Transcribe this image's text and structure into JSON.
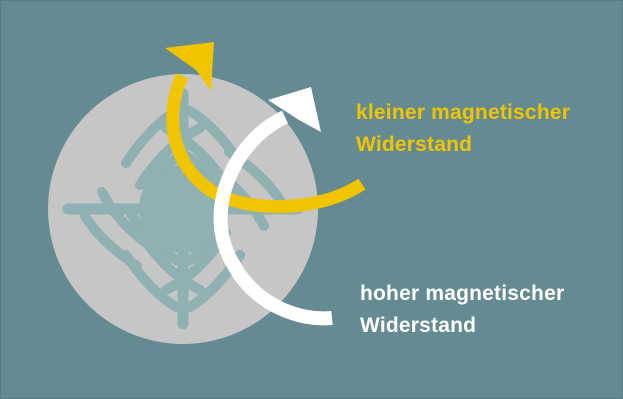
{
  "colors": {
    "background": "#648a92",
    "rotor_steel": "#c6c6c6",
    "rotor_barrier": "#8fb1b1",
    "arrow_low_reluctance": "#f1c400",
    "arrow_high_reluctance": "#ffffff"
  },
  "labels": {
    "low_reluctance": {
      "line1": "kleiner magnetischer",
      "line2": "Widerstand"
    },
    "high_reluctance": {
      "line1": "hoher magnetischer",
      "line2": "Widerstand"
    }
  }
}
